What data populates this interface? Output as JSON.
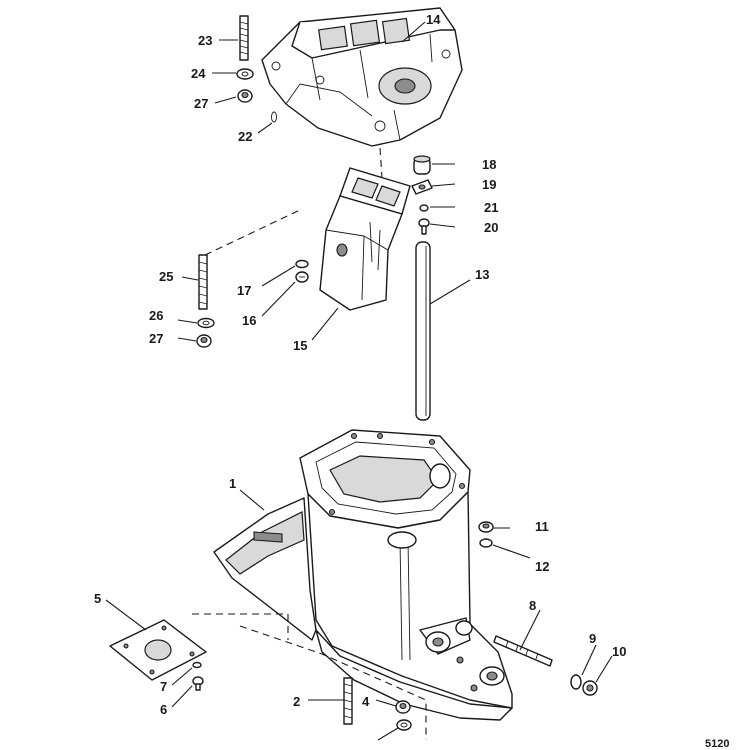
{
  "callouts": {
    "c1": "1",
    "c2": "2",
    "c4": "4",
    "c5": "5",
    "c6": "6",
    "c7": "7",
    "c8": "8",
    "c9": "9",
    "c10": "10",
    "c11": "11",
    "c12": "12",
    "c13": "13",
    "c14": "14",
    "c15": "15",
    "c16": "16",
    "c17": "17",
    "c18": "18",
    "c19": "19",
    "c20": "20",
    "c21": "21",
    "c22": "22",
    "c23": "23",
    "c24": "24",
    "c25": "25",
    "c26": "26",
    "c27a": "27",
    "c27b": "27"
  },
  "figure_number": "5120"
}
